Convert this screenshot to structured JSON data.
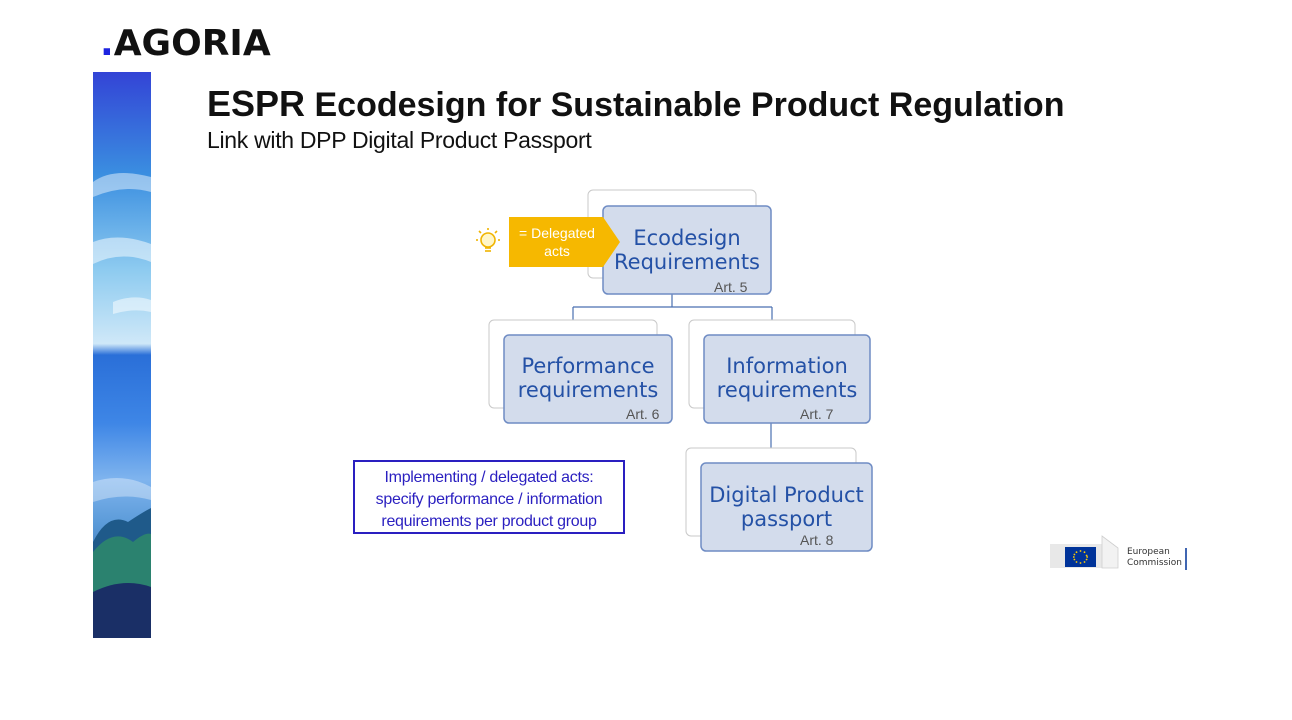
{
  "brand": {
    "dot": ".",
    "name": "AGORIA"
  },
  "header": {
    "title_lead": "ESPR",
    "title_rest": " Ecodesign for Sustainable Product Regulation",
    "subtitle": "Link with DPP Digital Product Passport"
  },
  "diagram": {
    "callout": {
      "label": "= Delegated acts",
      "icon": "lightbulb-icon"
    },
    "boxes": [
      {
        "id": "ecodesign",
        "line1": "Ecodesign",
        "line2": "Requirements",
        "article": "Art. 5"
      },
      {
        "id": "performance",
        "line1": "Performance",
        "line2": "requirements",
        "article": "Art. 6"
      },
      {
        "id": "information",
        "line1": "Information",
        "line2": "requirements",
        "article": "Art. 7"
      },
      {
        "id": "dpp",
        "line1": "Digital Product",
        "line2": "passport",
        "article": "Art. 8"
      }
    ],
    "note": {
      "line1": "Implementing / delegated acts:",
      "line2": "specify performance / information",
      "line3": "requirements per product group"
    }
  },
  "footer": {
    "ec_logo": {
      "line1": "European",
      "line2": "Commission",
      "icon": "eu-flag-icon"
    }
  },
  "colors": {
    "box_fill": "#d3dcec",
    "box_border": "#6f8cc4",
    "box_text": "#2451a6",
    "callout": "#f6b800",
    "note_border": "#2a1fc0",
    "brand_dot": "#1d24e0"
  }
}
